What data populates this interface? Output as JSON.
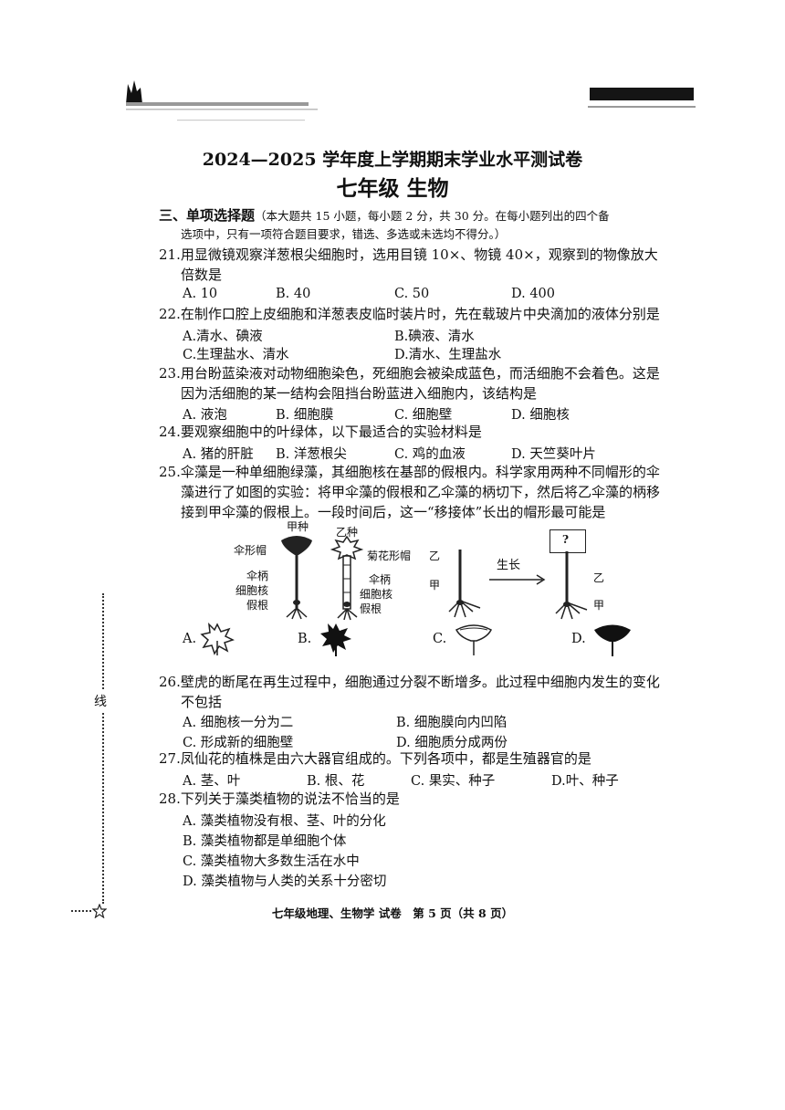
{
  "header": {
    "title": "2024—2025 学年度上学期期末学业水平测试卷",
    "subtitle": "七年级 生物"
  },
  "section": {
    "name": "三、单项选择题",
    "note_line1": "（本大题共 15 小题，每小题 2 分，共 30 分。在每小题列出的四个备",
    "note_line2": "选项中，只有一项符合题目要求，错选、多选或未选均不得分。）"
  },
  "questions": [
    {
      "stem": [
        "21.用显微镜观察洋葱根尖细胞时，选用目镜 10×、物镜 40×，观察到的物像放大",
        "倍数是"
      ],
      "options": [
        "A. 10",
        "B. 40",
        "C. 50",
        "D. 400"
      ]
    },
    {
      "stem": [
        "22.在制作口腔上皮细胞和洋葱表皮临时装片时，先在载玻片中央滴加的液体分别是"
      ],
      "options": [
        "A.清水、碘液",
        "B.碘液、清水",
        "C.生理盐水、清水",
        "D.清水、生理盐水"
      ]
    },
    {
      "stem": [
        "23.用台盼蓝染液对动物细胞染色，死细胞会被染成蓝色，而活细胞不会着色。这是",
        "因为活细胞的某一结构会阻挡台盼蓝进入细胞内，该结构是"
      ],
      "options": [
        "A. 液泡",
        "B. 细胞膜",
        "C. 细胞壁",
        "D. 细胞核"
      ]
    },
    {
      "stem": [
        "24.要观察细胞中的叶绿体，以下最适合的实验材料是"
      ],
      "options": [
        "A. 猪的肝脏",
        "B. 洋葱根尖",
        "C. 鸡的血液",
        "D. 天竺葵叶片"
      ]
    },
    {
      "stem": [
        "25.伞藻是一种单细胞绿藻，其细胞核在基部的假根内。科学家用两种不同帽形的伞",
        "藻进行了如图的实验：将甲伞藻的假根和乙伞藻的柄切下，然后将乙伞藻的柄移",
        "接到甲伞藻的假根上。一段时间后，这一“移接体”长出的帽形最可能是"
      ],
      "options": [
        "A.",
        "B.",
        "C.",
        "D."
      ]
    },
    {
      "stem": [
        "26.壁虎的断尾在再生过程中，细胞通过分裂不断增多。此过程中细胞内发生的变化",
        "不包括"
      ],
      "options": [
        "A. 细胞核一分为二",
        "B. 细胞膜向内凹陷",
        "C. 形成新的细胞壁",
        "D. 细胞质分成两份"
      ]
    },
    {
      "stem": [
        "27.凤仙花的植株是由六大器官组成的。下列各项中，都是生殖器官的是"
      ],
      "options": [
        "A. 茎、叶",
        "B. 根、花",
        "C. 果实、种子",
        "D.叶、种子"
      ]
    },
    {
      "stem": [
        "28.下列关于藻类植物的说法不恰当的是"
      ],
      "options": [
        "A. 藻类植物没有根、茎、叶的分化",
        "B. 藻类植物都是单细胞个体",
        "C. 藻类植物大多数生活在水中",
        "D. 藻类植物与人类的关系十分密切"
      ]
    }
  ],
  "figure": {
    "jia_zhong": "甲种",
    "yi_zhong": "乙种",
    "san_xing_mao": "伞形帽",
    "ju_hua_xing_mao": "菊花形帽",
    "san_bing": "伞柄",
    "xi_bao_he": "细胞核",
    "jia_gen": "假根",
    "yi": "乙",
    "jia": "甲",
    "sheng_zhang": "生长",
    "question_mark": "?"
  },
  "margin": {
    "xian": "线"
  },
  "footer": "七年级地理、生物学 试卷　第 5 页（共 8 页）"
}
